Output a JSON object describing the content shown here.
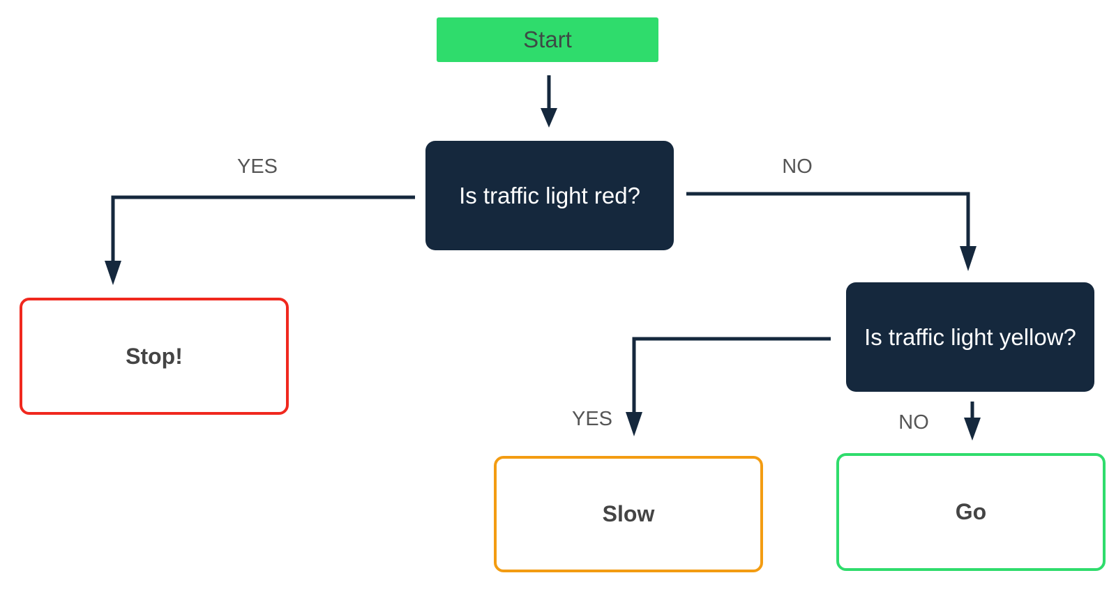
{
  "flowchart": {
    "start": {
      "label": "Start"
    },
    "decisions": [
      {
        "id": "red",
        "label": "Is traffic light red?"
      },
      {
        "id": "yellow",
        "label": "Is traffic light yellow?"
      }
    ],
    "outcomes": [
      {
        "id": "stop",
        "label": "Stop!",
        "border_color": "#f0281e"
      },
      {
        "id": "slow",
        "label": "Slow",
        "border_color": "#f39c12"
      },
      {
        "id": "go",
        "label": "Go",
        "border_color": "#2fdc6c"
      }
    ],
    "edge_labels": {
      "red_yes": "YES",
      "red_no": "NO",
      "yellow_yes": "YES",
      "yellow_no": "NO"
    }
  },
  "colors": {
    "start_fill": "#2fdc6c",
    "decision_fill": "#15283d",
    "connector": "#15283d"
  }
}
